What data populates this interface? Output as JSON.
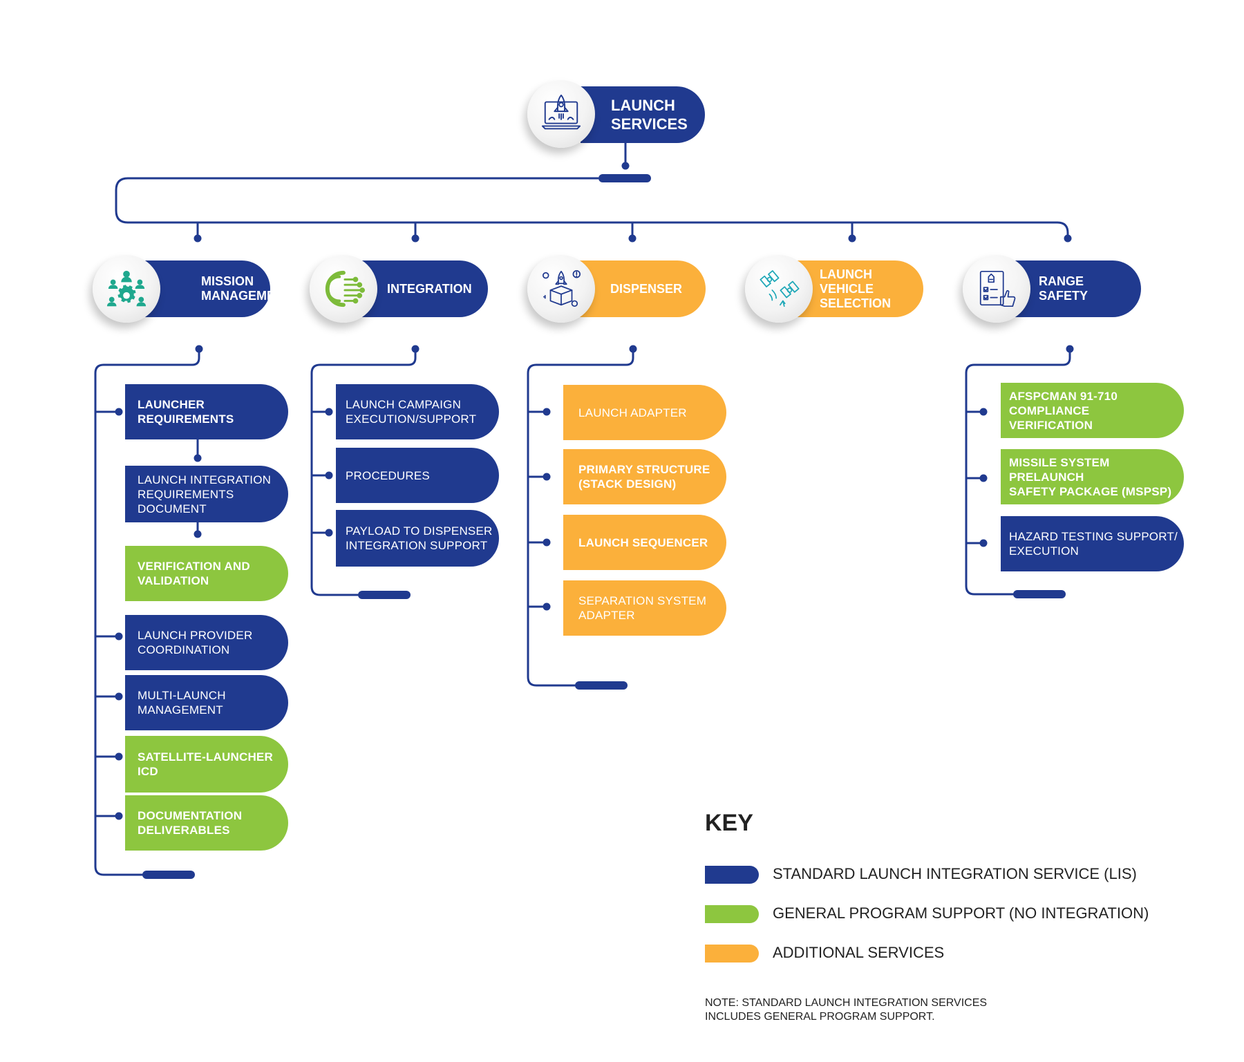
{
  "root": {
    "label": "LAUNCH\nSERVICES"
  },
  "categories": [
    {
      "id": "mission",
      "label": "MISSION\nMANAGEMENT",
      "type": "std",
      "icon": "gears-team-icon"
    },
    {
      "id": "integration",
      "label": "INTEGRATION",
      "type": "std",
      "icon": "chip-icon"
    },
    {
      "id": "dispenser",
      "label": "DISPENSER",
      "type": "add",
      "icon": "rocket-box-icon"
    },
    {
      "id": "lvs",
      "label": "LAUNCH\nVEHICLE\nSELECTION",
      "type": "add",
      "icon": "satellites-icon"
    },
    {
      "id": "range",
      "label": "RANGE\nSAFETY",
      "type": "std",
      "icon": "checklist-thumbs-icon"
    }
  ],
  "items": {
    "mission": [
      {
        "label": "LAUNCHER\nREQUIREMENTS",
        "type": "std",
        "bold": true
      },
      {
        "label": "LAUNCH INTEGRATION\nREQUIREMENTS\nDOCUMENT",
        "type": "std",
        "bold": false
      },
      {
        "label": "VERIFICATION AND\nVALIDATION",
        "type": "gen",
        "bold": true
      },
      {
        "label": "LAUNCH PROVIDER\nCOORDINATION",
        "type": "std",
        "bold": false
      },
      {
        "label": "MULTI-LAUNCH\nMANAGEMENT",
        "type": "std",
        "bold": false
      },
      {
        "label": "SATELLITE-LAUNCHER\nICD",
        "type": "gen",
        "bold": true
      },
      {
        "label": "DOCUMENTATION\nDELIVERABLES",
        "type": "gen",
        "bold": true
      }
    ],
    "integration": [
      {
        "label": "LAUNCH CAMPAIGN\nEXECUTION/SUPPORT",
        "type": "std",
        "bold": false
      },
      {
        "label": "PROCEDURES",
        "type": "std",
        "bold": false
      },
      {
        "label": "PAYLOAD TO DISPENSER\nINTEGRATION SUPPORT",
        "type": "std",
        "bold": false
      }
    ],
    "dispenser": [
      {
        "label": "LAUNCH ADAPTER",
        "type": "add",
        "bold": false
      },
      {
        "label": "PRIMARY STRUCTURE\n(STACK DESIGN)",
        "type": "add",
        "bold": true
      },
      {
        "label": "LAUNCH SEQUENCER",
        "type": "add",
        "bold": true
      },
      {
        "label": "SEPARATION SYSTEM\nADAPTER",
        "type": "add",
        "bold": false
      }
    ],
    "range": [
      {
        "label": "AFSPCMAN 91-710\nCOMPLIANCE\nVERIFICATION",
        "type": "gen",
        "bold": true
      },
      {
        "label": "MISSILE SYSTEM\nPRELAUNCH\nSAFETY PACKAGE (MSPSP)",
        "type": "gen",
        "bold": true
      },
      {
        "label": "HAZARD TESTING SUPPORT/\nEXECUTION",
        "type": "std",
        "bold": false
      }
    ]
  },
  "key": {
    "title": "KEY",
    "entries": [
      {
        "label": "STANDARD LAUNCH INTEGRATION SERVICE (LIS)",
        "color": "#203a8f"
      },
      {
        "label": "GENERAL PROGRAM SUPPORT (NO INTEGRATION)",
        "color": "#8dc63f"
      },
      {
        "label": "ADDITIONAL SERVICES",
        "color": "#fbb03b"
      }
    ]
  },
  "note": "NOTE: STANDARD LAUNCH INTEGRATION SERVICES\nINCLUDES GENERAL PROGRAM SUPPORT.",
  "colors": {
    "std": "#203a8f",
    "gen": "#8dc63f",
    "add": "#fbb03b",
    "line": "#203a8f"
  }
}
